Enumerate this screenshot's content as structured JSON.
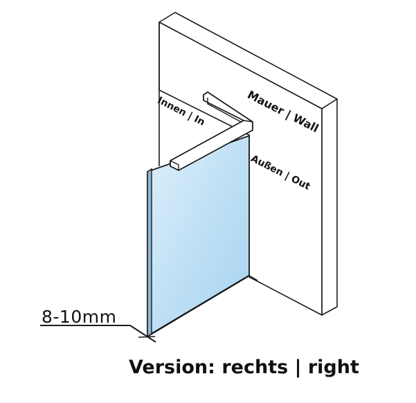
{
  "diagram": {
    "labels": {
      "inner": "Innen | In",
      "wall": "Mauer | Wall",
      "outer": "Außen | Out",
      "glass_thickness": "8-10mm",
      "version": "Version: rechts | right"
    },
    "colors": {
      "glass_light": "#d6ecf9",
      "glass_dark": "#a9d3ef",
      "outline": "#1a1a1a",
      "wall_fill": "#ffffff"
    },
    "elements": [
      "wall",
      "wall-profile",
      "glass-panel",
      "dimension-marker"
    ]
  }
}
